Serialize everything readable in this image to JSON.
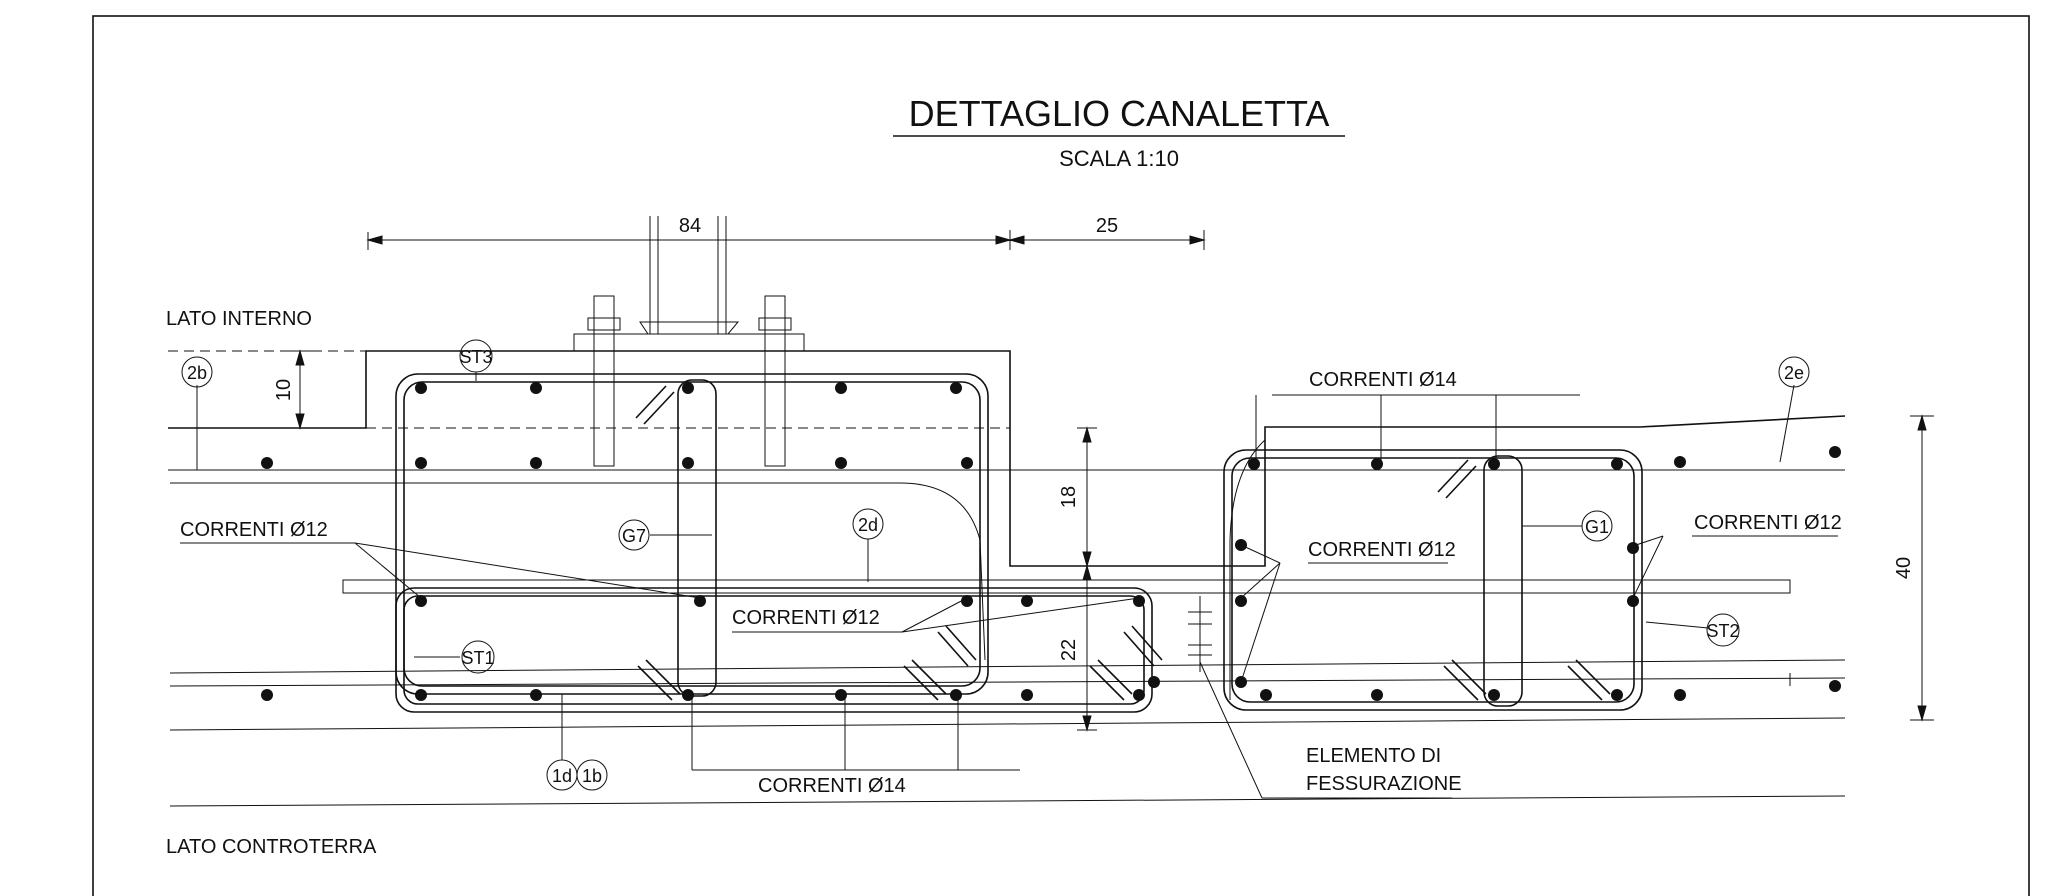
{
  "title": "DETTAGLIO CANALETTA",
  "scale": "SCALA 1:10",
  "dimensions": {
    "top_left": "84",
    "top_right": "25",
    "slab": "10",
    "channel_depth": "18",
    "lower": "22",
    "total_height": "40"
  },
  "side_labels": {
    "inner": "LATO INTERNO",
    "soil": "LATO CONTROTERRA"
  },
  "rebar_labels": {
    "correnti_14_top": "CORRENTI Ø14",
    "correnti_12_left": "CORRENTI Ø12",
    "correnti_12_center": "CORRENTI Ø12",
    "correnti_12_right_inner": "CORRENTI Ø12",
    "correnti_12_right": "CORRENTI Ø12",
    "correnti_14_bottom": "CORRENTI Ø14",
    "fessurazione_1": "ELEMENTO DI",
    "fessurazione_2": "FESSURAZIONE"
  },
  "markers": {
    "st3": "ST3",
    "b2": "2b",
    "e2": "2e",
    "d2": "2d",
    "g7": "G7",
    "g1": "G1",
    "st1": "ST1",
    "st2": "ST2",
    "d1": "1d",
    "b1": "1b"
  }
}
